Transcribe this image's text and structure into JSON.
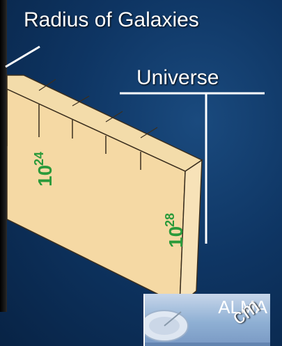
{
  "labels": {
    "galaxy_radius": "Radius of Galaxies",
    "universe": "Universe",
    "unit": "cm",
    "alma": "ALMA"
  },
  "scale": {
    "mark_1_base": "10",
    "mark_1_exponent": "24",
    "mark_2_base": "10",
    "mark_2_exponent": "28"
  },
  "colors": {
    "background": "#0b2a4f",
    "ruler_face": "#f5d9a4",
    "ruler_edge": "#e8c68c",
    "ruler_outline": "#3a2e1e",
    "exponent_text": "#2a9a3a",
    "pointer_line": "#ffffff"
  }
}
